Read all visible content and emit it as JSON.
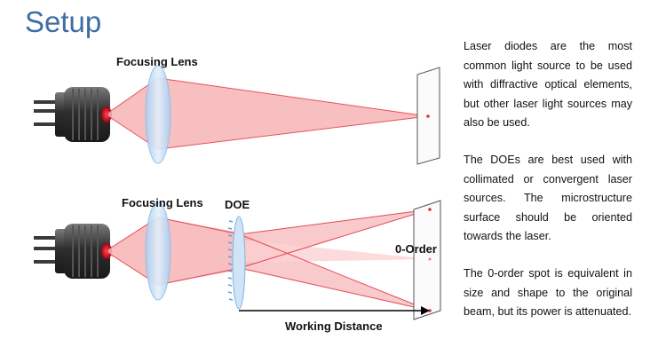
{
  "title": "Setup",
  "diagram": {
    "top_label": "Focusing Lens",
    "bottom_lens_label": "Focusing Lens",
    "doe_label": "DOE",
    "zero_order_label": "0-Order",
    "distance_label": "Working Distance",
    "colors": {
      "beam": "#f4a6a8",
      "beam_line": "#e0303a",
      "lens": "#b9d8f3",
      "lens_edge": "#8fbde6",
      "laser_body": "#3a3a3a",
      "laser_aperture": "#d0101e"
    }
  },
  "text": {
    "p1": "Laser diodes are the most common light source to be used with diffractive optical elements, but other laser light sources may also be used.",
    "p2": "The DOEs are best used with collimated or convergent laser sources. The microstructure surface should be oriented towards the laser.",
    "p3": "The 0-order spot is equivalent in size and shape to the original beam, but its power is attenuated."
  }
}
